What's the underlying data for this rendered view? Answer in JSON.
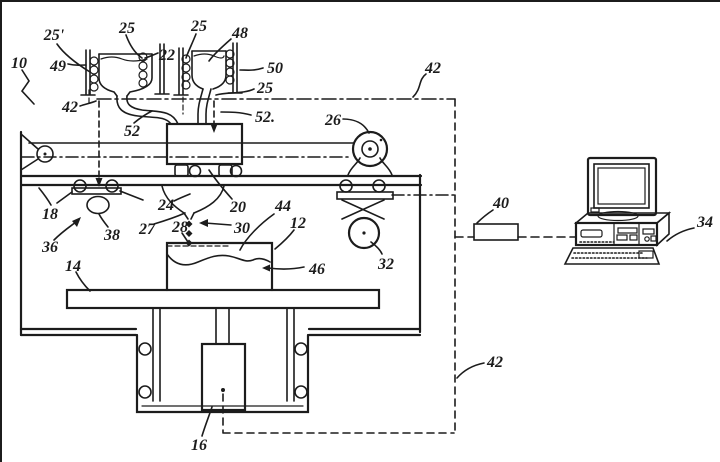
{
  "figure": {
    "background_color": "#ffffff",
    "ink_color": "#1c1c1c",
    "description_labels": [
      {
        "text": "25'"
      },
      {
        "text": "25"
      },
      {
        "text": "22"
      },
      {
        "text": "25"
      },
      {
        "text": "48"
      },
      {
        "text": "50"
      },
      {
        "text": "25"
      },
      {
        "text": "49"
      },
      {
        "text": "10"
      },
      {
        "text": "42"
      },
      {
        "text": "52"
      },
      {
        "text": "52."
      },
      {
        "text": "26"
      },
      {
        "text": "42"
      },
      {
        "text": "18"
      },
      {
        "text": "36"
      },
      {
        "text": "38"
      },
      {
        "text": "24"
      },
      {
        "text": "20"
      },
      {
        "text": "27"
      },
      {
        "text": "28"
      },
      {
        "text": "30"
      },
      {
        "text": "44"
      },
      {
        "text": "12"
      },
      {
        "text": "46"
      },
      {
        "text": "32"
      },
      {
        "text": "14"
      },
      {
        "text": "16"
      },
      {
        "text": "42"
      },
      {
        "text": "40"
      },
      {
        "text": "34"
      }
    ]
  }
}
